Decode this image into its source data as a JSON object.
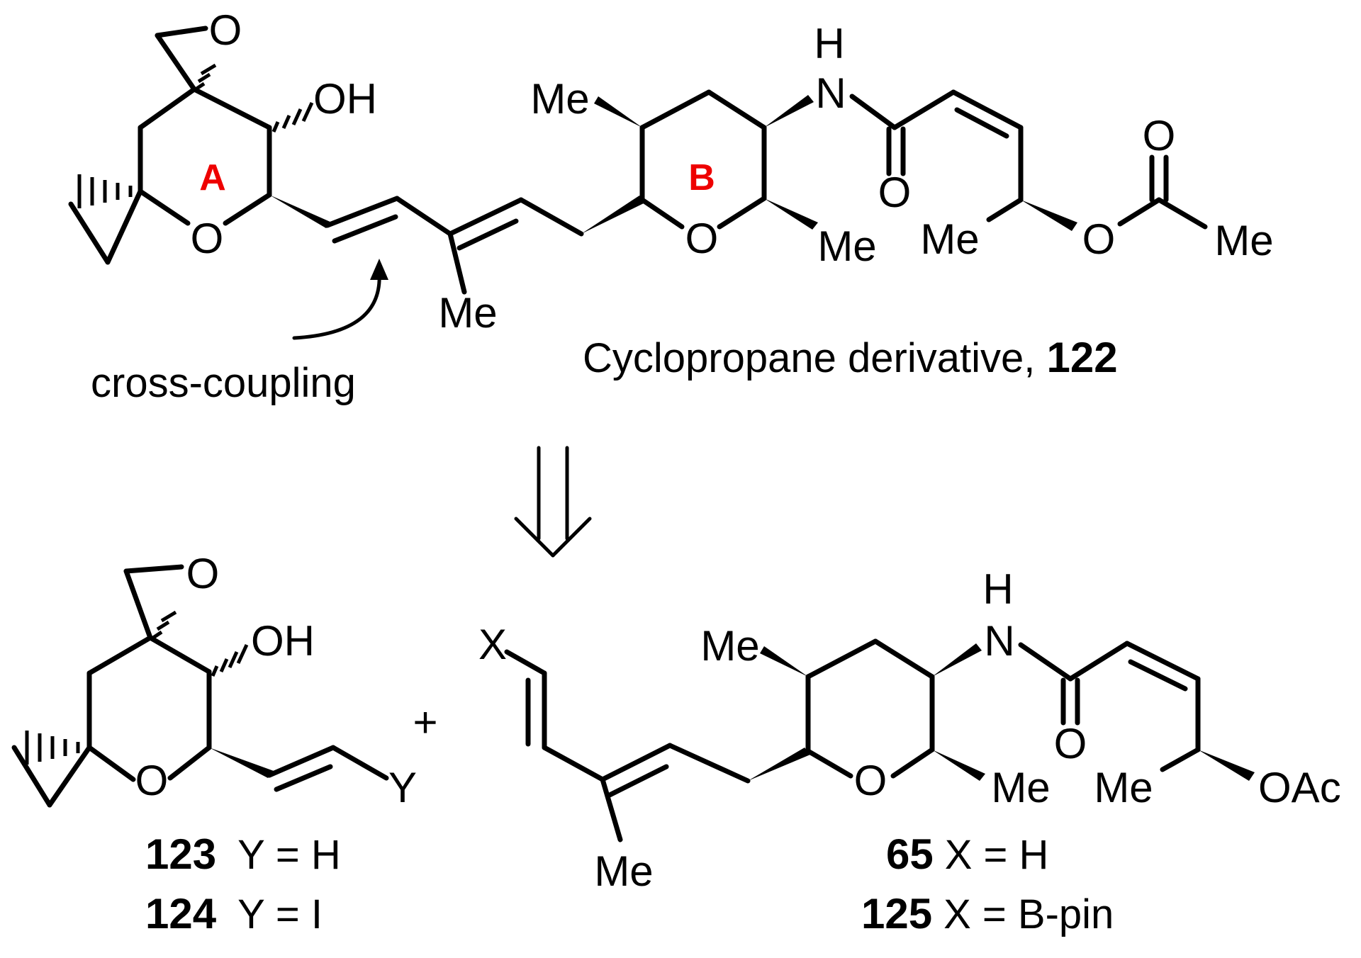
{
  "scheme": {
    "top": {
      "compound_name": "Cyclopropane derivative,",
      "compound_number": "122",
      "annotation": "cross-coupling",
      "ring_labels": {
        "a": "A",
        "b": "B"
      },
      "atoms": {
        "epoxide_o": "O",
        "oh": "OH",
        "ring_a_o": "O",
        "diene_me": "Me",
        "b_me_top": "Me",
        "nh_h": "H",
        "nh_n": "N",
        "ring_b_o": "O",
        "b_me_bottom": "Me",
        "amide_o": "O",
        "side_me": "Me",
        "ester_o": "O",
        "acyl_o": "O",
        "acyl_me": "Me"
      }
    },
    "bottom": {
      "plus": "+",
      "left": {
        "atoms": {
          "epoxide_o": "O",
          "oh": "OH",
          "ring_o": "O",
          "y": "Y"
        },
        "variants": [
          {
            "number": "123",
            "text": "Y = H"
          },
          {
            "number": "124",
            "text": "Y = I"
          }
        ]
      },
      "right": {
        "atoms": {
          "x": "X",
          "diene_me": "Me",
          "b_me_top": "Me",
          "nh_h": "H",
          "nh_n": "N",
          "ring_o": "O",
          "b_me_bottom": "Me",
          "amide_o": "O",
          "side_me": "Me",
          "oac": "OAc"
        },
        "variants": [
          {
            "number": "65",
            "text": "X = H"
          },
          {
            "number": "125",
            "text": "X = B-pin"
          }
        ]
      }
    }
  }
}
